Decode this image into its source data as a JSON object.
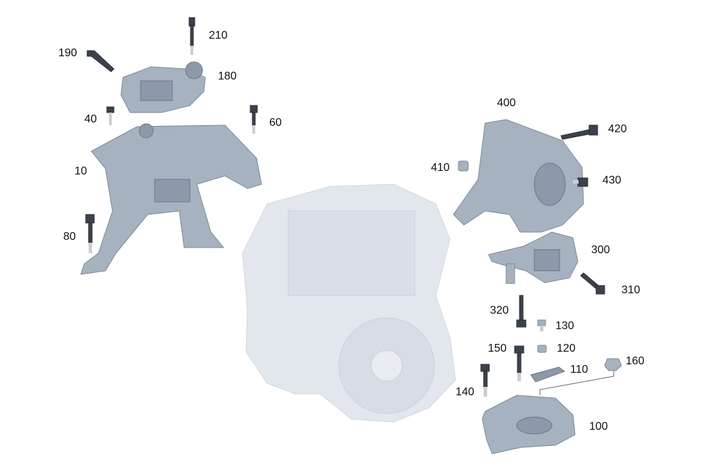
{
  "diagram": {
    "callouts": [
      "10",
      "40",
      "60",
      "80",
      "100",
      "110",
      "120",
      "130",
      "140",
      "150",
      "160",
      "180",
      "190",
      "210",
      "300",
      "310",
      "320",
      "400",
      "410",
      "420",
      "430"
    ]
  }
}
